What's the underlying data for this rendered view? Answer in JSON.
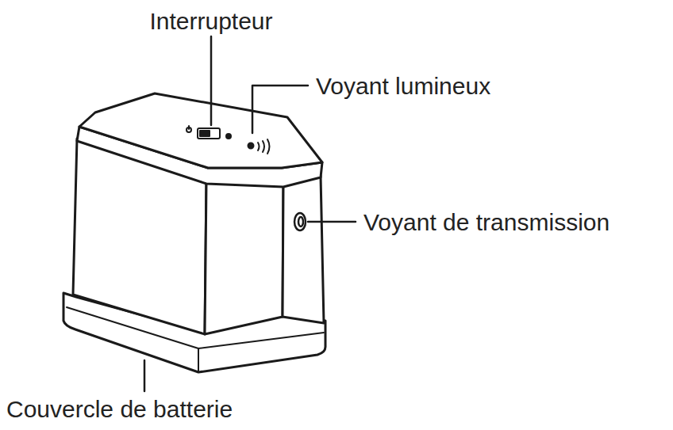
{
  "diagram": {
    "labels": [
      "Interrupteur",
      "Voyant lumineux",
      "Voyant de transmission",
      "Couvercle de batterie"
    ]
  }
}
